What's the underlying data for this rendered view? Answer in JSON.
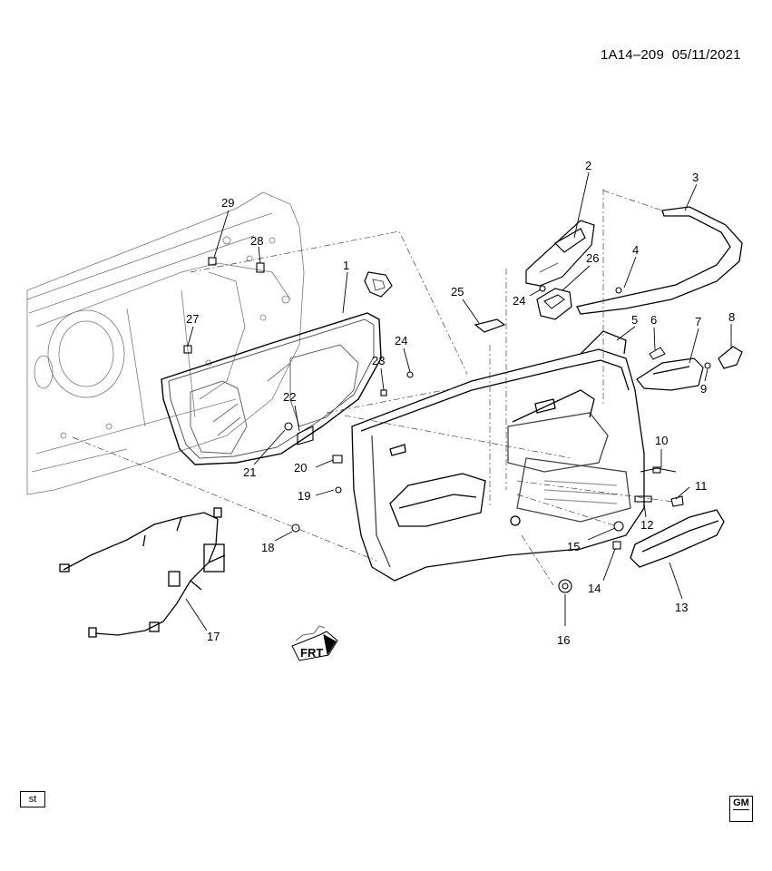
{
  "diagram_code": "1A14–209",
  "diagram_date": "05/11/2021",
  "callouts": [
    "1",
    "2",
    "3",
    "4",
    "5",
    "6",
    "7",
    "8",
    "9",
    "10",
    "11",
    "12",
    "13",
    "14",
    "15",
    "16",
    "17",
    "18",
    "19",
    "20",
    "21",
    "22",
    "23",
    "24",
    "24",
    "25",
    "26",
    "27",
    "28",
    "29"
  ],
  "front_indicator": "FRT",
  "corner_tag": "st",
  "logo": "GM"
}
